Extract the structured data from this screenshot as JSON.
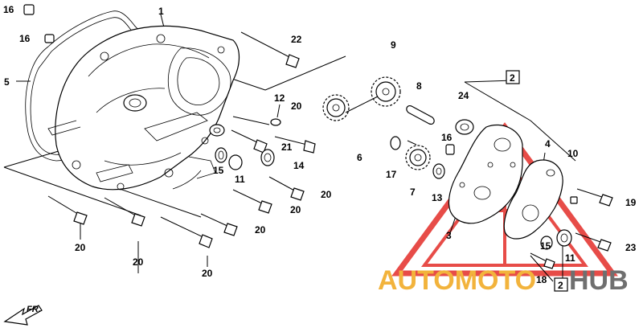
{
  "watermark": {
    "brand_left": "AUTOMOTO",
    "brand_right": "HUB",
    "triangle_color": "#e53935",
    "left_color": "#f2b33c",
    "right_color": "#6f6f6f"
  },
  "direction_label": "FR.",
  "callouts": {
    "c1": "1",
    "c16a": "16",
    "c16b": "16",
    "c5": "5",
    "c22": "22",
    "c9": "9",
    "c8": "8",
    "c2a": "2",
    "c24": "24",
    "c12": "12",
    "c20a": "20",
    "c21": "21",
    "c6": "6",
    "c17": "17",
    "c16c": "16",
    "c4": "4",
    "c10": "10",
    "c15a": "15",
    "c11a": "11",
    "c14": "14",
    "c7": "7",
    "c13": "13",
    "c20b": "20",
    "c20c": "20",
    "c20d": "20",
    "c19": "19",
    "c3": "3",
    "c23": "23",
    "c20e": "20",
    "c20f": "20",
    "c20g": "20",
    "c15b": "15",
    "c11b": "11",
    "c18": "18",
    "c2b": "2"
  }
}
